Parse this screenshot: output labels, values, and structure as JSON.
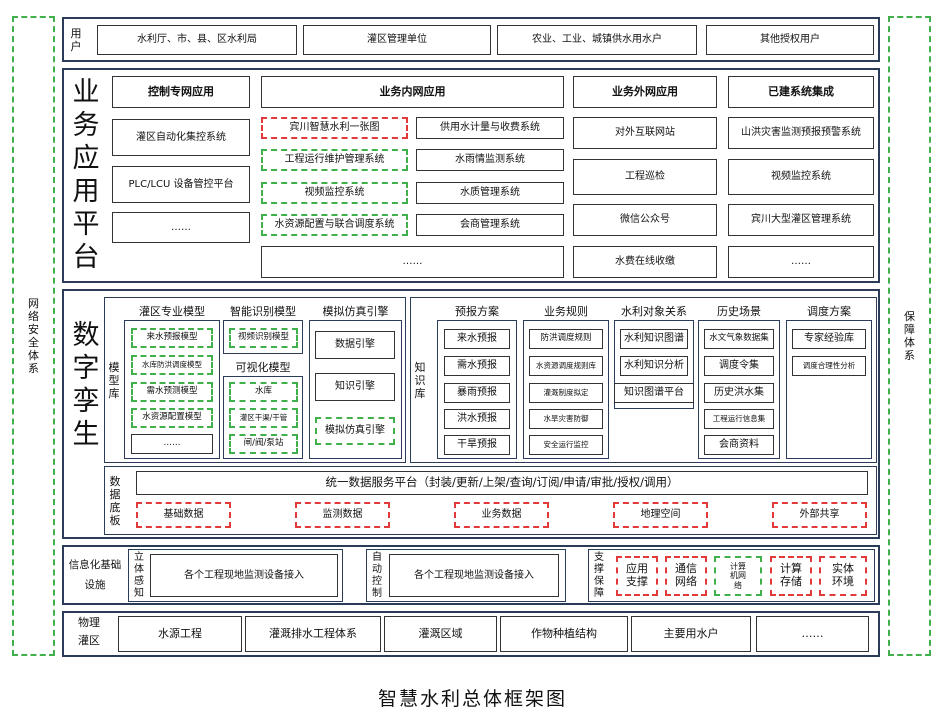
{
  "left_side": "网络安全体系",
  "right_side": "保障体系",
  "title": "智慧水利总体框架图",
  "users": {
    "label": "用户",
    "items": [
      "水利厅、市、县、区水利局",
      "灌区管理单位",
      "农业、工业、城镇供水用水户",
      "其他授权用户"
    ]
  },
  "business": {
    "label": "业务应用平台",
    "control": {
      "header": "控制专网应用",
      "items": [
        "灌区自动化集控系统",
        "PLC/LCU 设备管控平台",
        "……"
      ]
    },
    "intranet": {
      "header": "业务内网应用",
      "left_items": [
        "宾川智慧水利一张图",
        "工程运行维护管理系统",
        "视频监控系统",
        "水资源配置与联合调度系统"
      ],
      "right_items": [
        "供用水计量与收费系统",
        "水雨情监测系统",
        "水质管理系统",
        "会商管理系统"
      ],
      "more": "……"
    },
    "extranet": {
      "header": "业务外网应用",
      "items": [
        "对外互联网站",
        "工程巡检",
        "微信公众号",
        "水费在线收缴"
      ]
    },
    "integrated": {
      "header": "已建系统集成",
      "items": [
        "山洪灾害监测预报预警系统",
        "视频监控系统",
        "宾川大型灌区管理系统",
        "……"
      ]
    }
  },
  "twin": {
    "label": "数字孪生",
    "model_lib": {
      "label": "模型库",
      "irrigation": {
        "header": "灌区专业模型",
        "items": [
          "来水预报模型",
          "水库防洪调度模型",
          "需水预测模型",
          "水资源配置模型",
          "……"
        ]
      },
      "recognition": {
        "header": "智能识别模型",
        "items": [
          "视频识别模型"
        ]
      },
      "visual": {
        "header": "可视化模型",
        "items": [
          "水库",
          "灌区干渠/干管",
          "闸/阀/泵站"
        ]
      },
      "sim": {
        "header": "模拟仿真引擎",
        "items": [
          "数据引擎",
          "知识引擎",
          "模拟仿真引擎"
        ]
      }
    },
    "knowledge_lib": {
      "label": "知识库",
      "forecast": {
        "header": "预报方案",
        "items": [
          "来水预报",
          "需水预报",
          "暴雨预报",
          "洪水预报",
          "干旱预报"
        ]
      },
      "rules": {
        "header": "业务规则",
        "items": [
          "防洪调度规则",
          "水资源调度规则库",
          "灌溉制度拟定",
          "水旱灾害防御",
          "安全运行监控"
        ]
      },
      "relation": {
        "header": "水利对象关系",
        "items": [
          "水利知识图谱",
          "水利知识分析",
          "知识图谱平台"
        ]
      },
      "history": {
        "header": "历史场景",
        "items": [
          "水文气象数据集",
          "调度令集",
          "历史洪水集",
          "工程运行信息集",
          "会商资料"
        ]
      },
      "dispatch": {
        "header": "调度方案",
        "items": [
          "专家经验库",
          "调度合理性分析"
        ]
      }
    },
    "data_base": {
      "label": "数据底板",
      "service": "统一数据服务平台（封装/更新/上架/查询/订阅/申请/审批/授权/调用）",
      "items": [
        "基础数据",
        "监测数据",
        "业务数据",
        "地理空间",
        "外部共享"
      ]
    }
  },
  "infra": {
    "label": "信息化基础设施",
    "perception": {
      "label": "立体感知",
      "content": "各个工程现地监测设备接入"
    },
    "auto": {
      "label": "自动控制",
      "content": "各个工程现地监测设备接入"
    },
    "support": {
      "label": "支撑保障",
      "items": [
        "应用支撑",
        "通信网络",
        "计算机网络",
        "计算存储",
        "实体环境"
      ]
    }
  },
  "physical": {
    "label": "物理灌区",
    "items": [
      "水源工程",
      "灌溉排水工程体系",
      "灌溉区域",
      "作物种植结构",
      "主要用水户",
      "……"
    ]
  }
}
